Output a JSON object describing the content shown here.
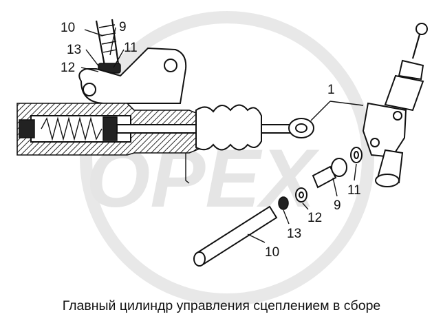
{
  "caption": "Главный цилиндр управления сцеплением в сборе",
  "watermark": "OPEX",
  "callouts": {
    "c1": "1",
    "c9_top": "9",
    "c10_top": "10",
    "c11_top": "11",
    "c12_top": "12",
    "c13_top": "13",
    "c9_bottom": "9",
    "c10_bottom": "10",
    "c11_bottom": "11",
    "c12_bottom": "12",
    "c13_bottom": "13"
  },
  "colors": {
    "ink": "#111111",
    "watermark": "#e3e3e3",
    "background": "#ffffff"
  }
}
